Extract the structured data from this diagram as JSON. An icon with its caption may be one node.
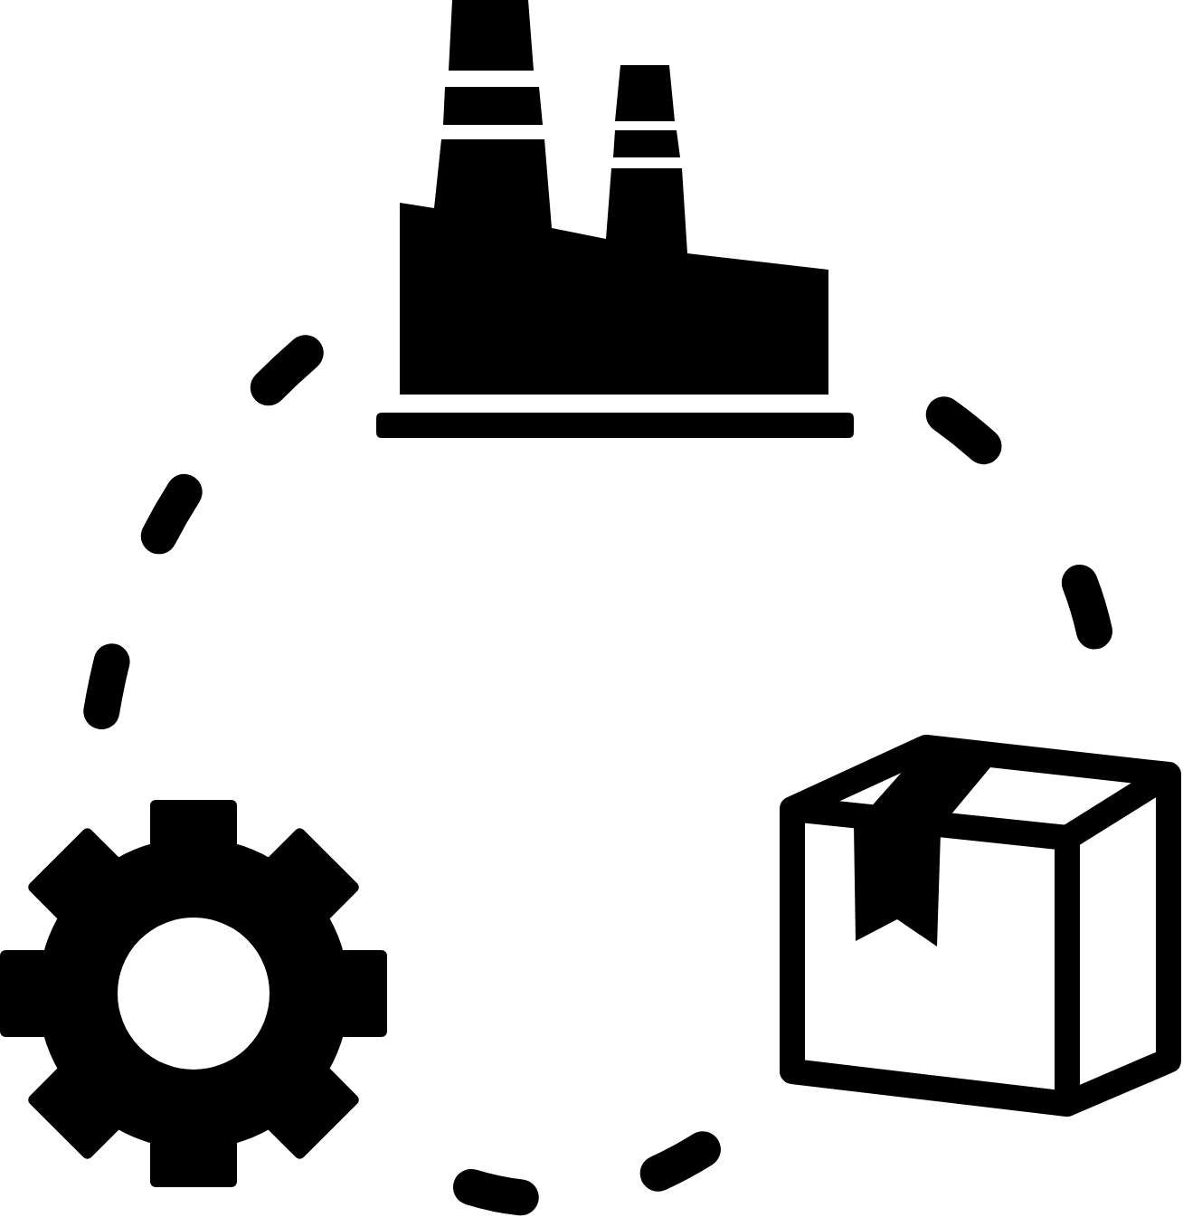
{
  "diagram": {
    "nodes": [
      {
        "text": [],
        "shape": "picture"
      },
      {
        "text": [],
        "shape": "picture"
      },
      {
        "text": [],
        "shape": "picture"
      }
    ],
    "edges": [
      {
        "from": 0,
        "to": 1,
        "arrow": "none",
        "style": "dashed"
      },
      {
        "from": 1,
        "to": 2,
        "arrow": "none",
        "style": "dashed"
      },
      {
        "from": 2,
        "to": 0,
        "arrow": "none",
        "style": "dashed"
      }
    ]
  }
}
